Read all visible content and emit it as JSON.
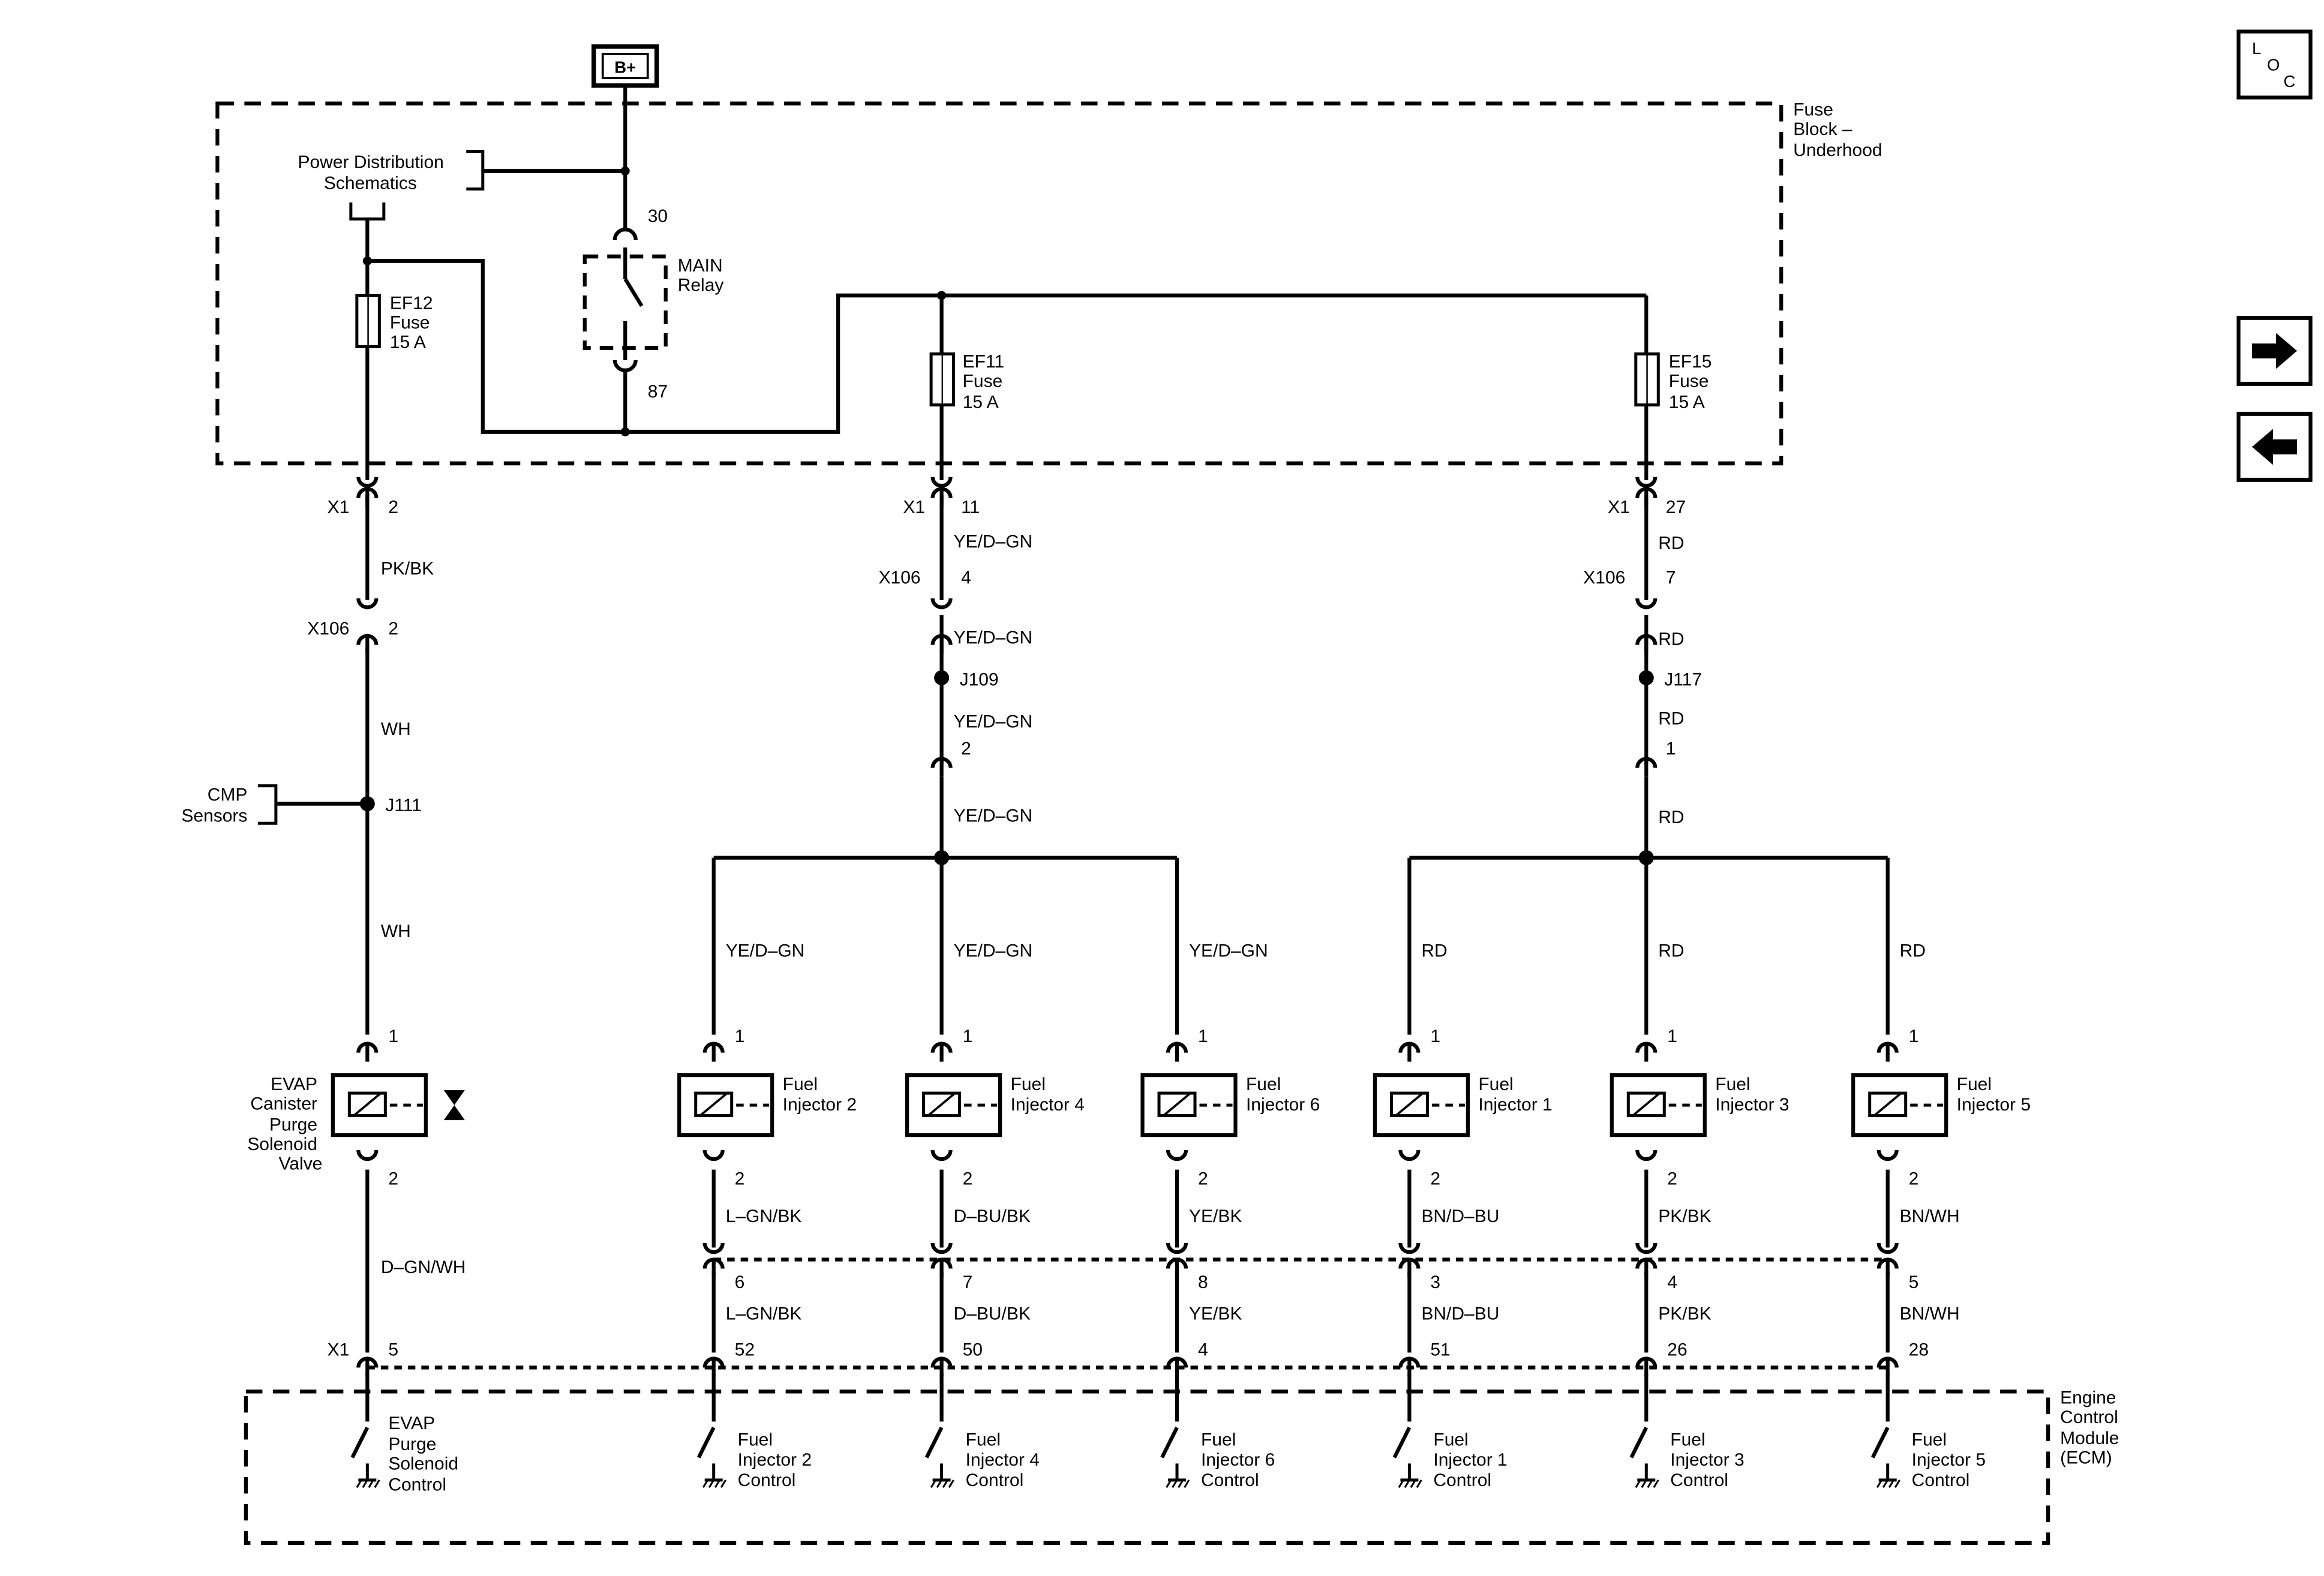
{
  "power_source": "B+",
  "fuse_block": {
    "label": [
      "Fuse",
      "Block –",
      "Underhood"
    ]
  },
  "power_distribution": [
    "Power Distribution",
    "Schematics"
  ],
  "main_relay": {
    "label": [
      "MAIN",
      "Relay"
    ],
    "pin_in": "30",
    "pin_out": "87"
  },
  "fuses": {
    "ef12": [
      "EF12",
      "Fuse",
      "15 A"
    ],
    "ef11": [
      "EF11",
      "Fuse",
      "15 A"
    ],
    "ef15": [
      "EF15",
      "Fuse",
      "15 A"
    ]
  },
  "cmp_sensors": [
    "CMP",
    "Sensors"
  ],
  "evap_column": {
    "x1_conn": "X1",
    "x1_pin": "2",
    "wire1": "PK/BK",
    "x106_conn": "X106",
    "x106_pin": "2",
    "wire2": "WH",
    "splice": "J111",
    "wire3": "WH",
    "pin_top": "1",
    "component": [
      "EVAP",
      "Canister",
      "Purge",
      "Solenoid",
      "Valve"
    ],
    "pin_bottom": "2",
    "wire4": "D–GN/WH",
    "ecm_conn": "X1",
    "ecm_pin": "5"
  },
  "bank_a": {
    "x1_conn": "X1",
    "x1_pin": "11",
    "wire1": "YE/D–GN",
    "x106_conn": "X106",
    "x106_pin": "4",
    "wire2": "YE/D–GN",
    "splice": "J109",
    "wire3": "YE/D–GN",
    "inline_pin": "2",
    "wire4": "YE/D–GN"
  },
  "bank_b": {
    "x1_conn": "X1",
    "x1_pin": "27",
    "wire1": "RD",
    "x106_conn": "X106",
    "x106_pin": "7",
    "wire2": "RD",
    "splice": "J117",
    "wire3": "RD",
    "inline_pin": "1",
    "wire4": "RD"
  },
  "injectors": [
    {
      "name": [
        "Fuel",
        "Injector 2"
      ],
      "feed": "YE/D–GN",
      "pin1": "1",
      "pin2": "2",
      "out_wire": "L–GN/BK",
      "harness_pin": "6",
      "ecm_wire": "L–GN/BK",
      "ecm_pin": "52",
      "control": [
        "Fuel",
        "Injector 2",
        "Control"
      ]
    },
    {
      "name": [
        "Fuel",
        "Injector 4"
      ],
      "feed": "YE/D–GN",
      "pin1": "1",
      "pin2": "2",
      "out_wire": "D–BU/BK",
      "harness_pin": "7",
      "ecm_wire": "D–BU/BK",
      "ecm_pin": "50",
      "control": [
        "Fuel",
        "Injector 4",
        "Control"
      ]
    },
    {
      "name": [
        "Fuel",
        "Injector 6"
      ],
      "feed": "YE/D–GN",
      "pin1": "1",
      "pin2": "2",
      "out_wire": "YE/BK",
      "harness_pin": "8",
      "ecm_wire": "YE/BK",
      "ecm_pin": "4",
      "control": [
        "Fuel",
        "Injector 6",
        "Control"
      ]
    },
    {
      "name": [
        "Fuel",
        "Injector 1"
      ],
      "feed": "RD",
      "pin1": "1",
      "pin2": "2",
      "out_wire": "BN/D–BU",
      "harness_pin": "3",
      "ecm_wire": "BN/D–BU",
      "ecm_pin": "51",
      "control": [
        "Fuel",
        "Injector 1",
        "Control"
      ]
    },
    {
      "name": [
        "Fuel",
        "Injector 3"
      ],
      "feed": "RD",
      "pin1": "1",
      "pin2": "2",
      "out_wire": "PK/BK",
      "harness_pin": "4",
      "ecm_wire": "PK/BK",
      "ecm_pin": "26",
      "control": [
        "Fuel",
        "Injector 3",
        "Control"
      ]
    },
    {
      "name": [
        "Fuel",
        "Injector 5"
      ],
      "feed": "RD",
      "pin1": "1",
      "pin2": "2",
      "out_wire": "BN/WH",
      "harness_pin": "5",
      "ecm_wire": "BN/WH",
      "ecm_pin": "28",
      "control": [
        "Fuel",
        "Injector 5",
        "Control"
      ]
    }
  ],
  "evap_control": [
    "EVAP",
    "Purge",
    "Solenoid",
    "Control"
  ],
  "ecm": {
    "label": [
      "Engine",
      "Control",
      "Module",
      "(ECM)"
    ]
  },
  "side_buttons": {
    "loc_letters": [
      "L",
      "O",
      "C"
    ],
    "forward_icon": "arrow-right",
    "back_icon": "arrow-left"
  }
}
